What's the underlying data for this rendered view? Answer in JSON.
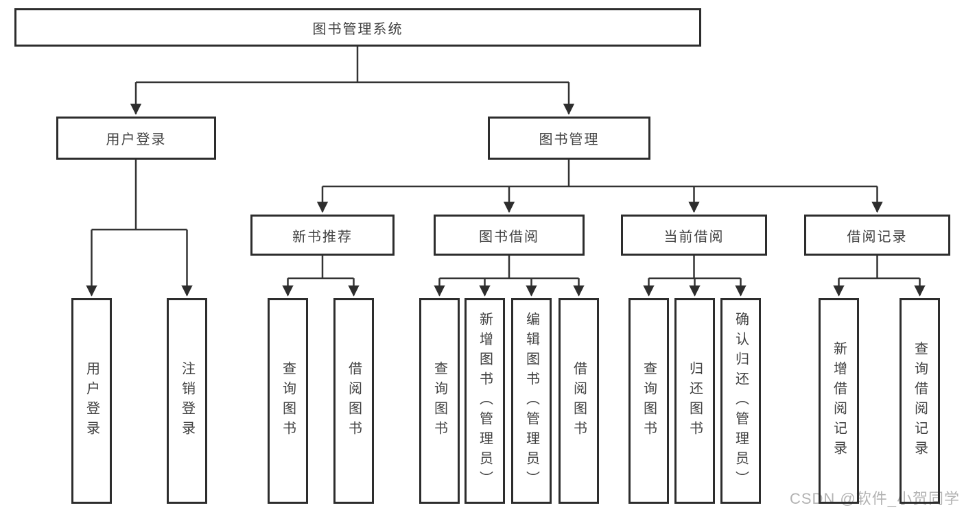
{
  "tree": {
    "label": "图书管理系统",
    "children": [
      {
        "label": "用户登录",
        "children": [
          {
            "label": "用户登录"
          },
          {
            "label": "注销登录"
          }
        ]
      },
      {
        "label": "图书管理",
        "children": [
          {
            "label": "新书推荐",
            "children": [
              {
                "label": "查询图书"
              },
              {
                "label": "借阅图书"
              }
            ]
          },
          {
            "label": "图书借阅",
            "children": [
              {
                "label": "查询图书"
              },
              {
                "label": "新增图书（管理员）"
              },
              {
                "label": "编辑图书（管理员）"
              },
              {
                "label": "借阅图书"
              }
            ]
          },
          {
            "label": "当前借阅",
            "children": [
              {
                "label": "查询图书"
              },
              {
                "label": "归还图书"
              },
              {
                "label": "确认归还（管理员）"
              }
            ]
          },
          {
            "label": "借阅记录",
            "children": [
              {
                "label": "新增借阅记录"
              },
              {
                "label": "查询借阅记录"
              }
            ]
          }
        ]
      }
    ]
  },
  "watermark": {
    "text": "CSDN @软件_小贺同学"
  },
  "colors": {
    "background": "#ffffff",
    "box_border": "#2d2d2d",
    "line": "#333333",
    "text": "#404040",
    "watermark": "#b3b3b3"
  }
}
